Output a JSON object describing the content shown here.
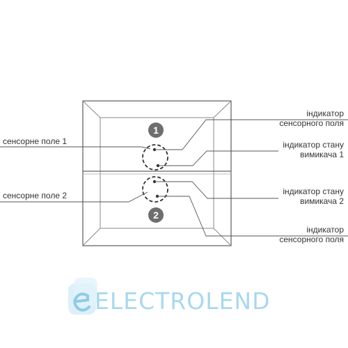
{
  "labels": {
    "sensor_field_1": "сенсорне поле 1",
    "sensor_field_2": "сенсорне поле 2",
    "indicator_field_top_line1": "індикатор",
    "indicator_field_top_line2": "сенсорного поля",
    "indicator_state_1_line1": "індикатор стану",
    "indicator_state_1_line2": "вимикача 1",
    "indicator_state_2_line1": "індикатор стану",
    "indicator_state_2_line2": "вимикача 2",
    "indicator_field_bottom_line1": "індикатор",
    "indicator_field_bottom_line2": "сенсорного поля"
  },
  "badges": {
    "one": "1",
    "two": "2"
  },
  "logo": {
    "text": "ELECTROLEND",
    "accent_color": "#a8d8ee"
  },
  "colors": {
    "line": "#555555",
    "badge": "#6e6e6e",
    "frame": "#666666"
  }
}
